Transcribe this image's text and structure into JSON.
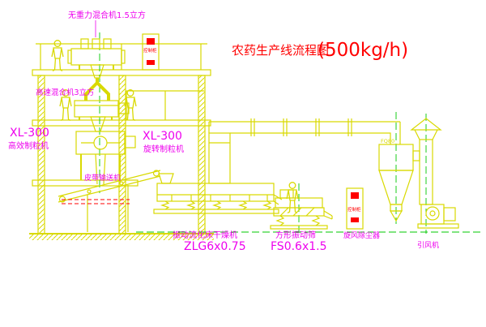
{
  "title": {
    "text": "农药生产线流程图",
    "capacity": "(500kg/h)"
  },
  "labels": {
    "gravity_mixer": "无重力混合机1.5立方",
    "high_speed_mixer": "高速混合机3立方",
    "granulator_left_model": "XL-300",
    "granulator_left_name": "高效制粒机",
    "granulator_mid_model": "XL-300",
    "granulator_mid_name": "旋转制粒机",
    "belt_conveyor": "皮带输送机",
    "dryer_name": "振动流化床干燥机",
    "dryer_model": "ZLG6x0.75",
    "screen_name": "方形振动筛",
    "screen_model": "FS0.6x1.5",
    "cyclone_name": "旋风除尘器",
    "fan_name": "引风机",
    "control_cabinet": "控制柜",
    "cyclone_tag": "FQ80"
  },
  "colors": {
    "line": "#d9d900",
    "label": "#ee00ee",
    "title": "#ff0000",
    "centerline": "#00c800",
    "marker": "#ff0000",
    "background": "#ffffff"
  }
}
